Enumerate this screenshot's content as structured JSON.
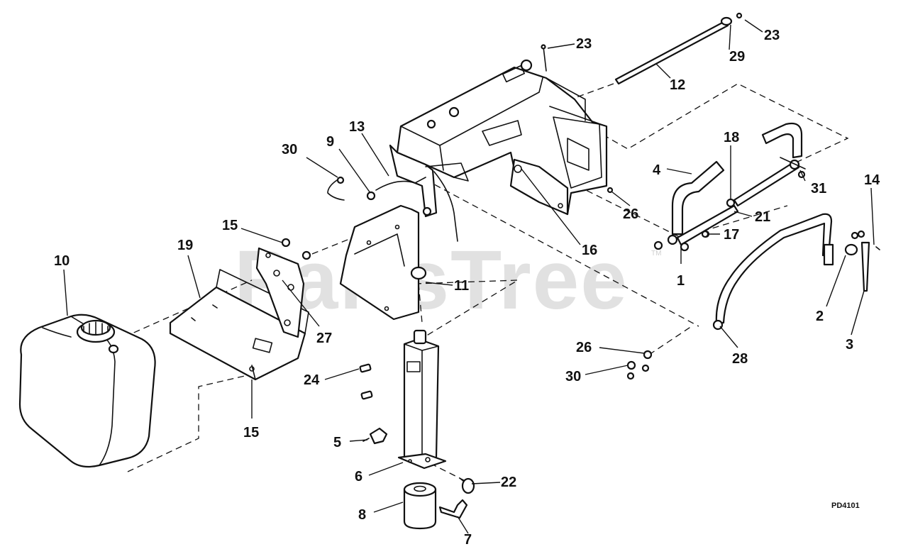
{
  "watermark": {
    "text": "PartsTree",
    "tm": "TM"
  },
  "diagram_code": "PD4101",
  "callouts": [
    {
      "id": "c-23a",
      "label": "23"
    },
    {
      "id": "c-23b",
      "label": "23"
    },
    {
      "id": "c-29",
      "label": "29"
    },
    {
      "id": "c-12",
      "label": "12"
    },
    {
      "id": "c-13",
      "label": "13"
    },
    {
      "id": "c-9",
      "label": "9"
    },
    {
      "id": "c-30a",
      "label": "30"
    },
    {
      "id": "c-18",
      "label": "18"
    },
    {
      "id": "c-4",
      "label": "4"
    },
    {
      "id": "c-31",
      "label": "31"
    },
    {
      "id": "c-14",
      "label": "14"
    },
    {
      "id": "c-26a",
      "label": "26"
    },
    {
      "id": "c-21",
      "label": "21"
    },
    {
      "id": "c-17",
      "label": "17"
    },
    {
      "id": "c-16",
      "label": "16"
    },
    {
      "id": "c-15a",
      "label": "15"
    },
    {
      "id": "c-19",
      "label": "19"
    },
    {
      "id": "c-10",
      "label": "10"
    },
    {
      "id": "c-1",
      "label": "1"
    },
    {
      "id": "c-11",
      "label": "11"
    },
    {
      "id": "c-27",
      "label": "27"
    },
    {
      "id": "c-2",
      "label": "2"
    },
    {
      "id": "c-3",
      "label": "3"
    },
    {
      "id": "c-26b",
      "label": "26"
    },
    {
      "id": "c-28",
      "label": "28"
    },
    {
      "id": "c-30b",
      "label": "30"
    },
    {
      "id": "c-24",
      "label": "24"
    },
    {
      "id": "c-15b",
      "label": "15"
    },
    {
      "id": "c-5",
      "label": "5"
    },
    {
      "id": "c-22",
      "label": "22"
    },
    {
      "id": "c-6",
      "label": "6"
    },
    {
      "id": "c-8",
      "label": "8"
    },
    {
      "id": "c-7",
      "label": "7"
    }
  ]
}
